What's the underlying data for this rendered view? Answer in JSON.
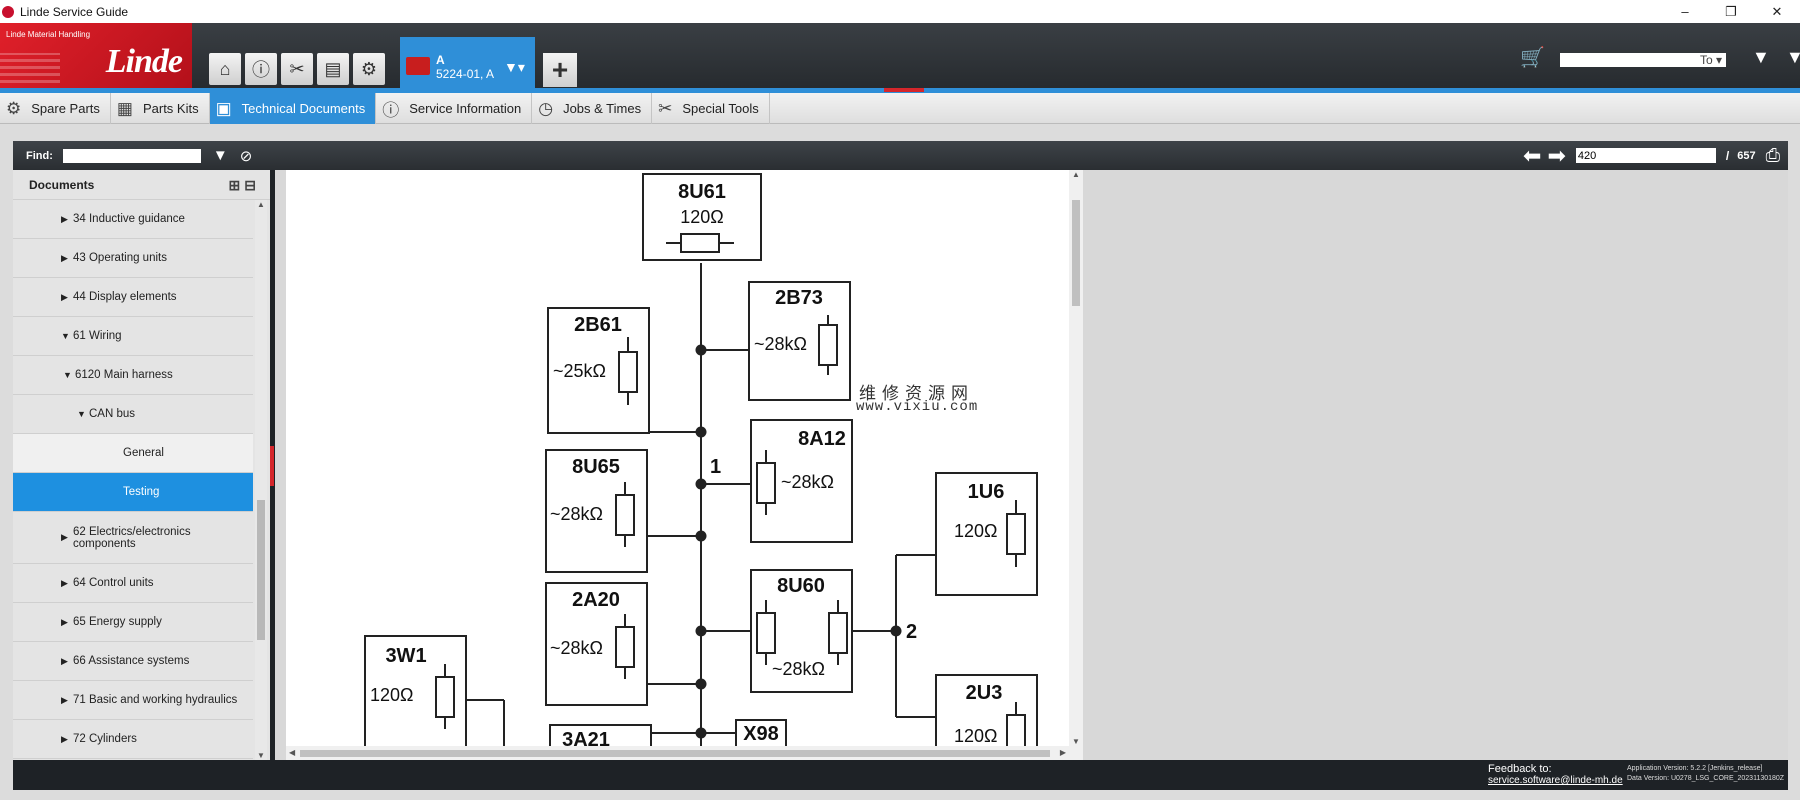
{
  "window": {
    "title": "Linde Service Guide",
    "minimize": "–",
    "restore": "❐",
    "close": "✕"
  },
  "header": {
    "company_small": "Linde Material Handling",
    "brand": "Linde",
    "model_line1": "A",
    "model_line2": "5224-01, A",
    "search_placeholder": "",
    "search_scope": "To ▾"
  },
  "nav": {
    "tabs": [
      {
        "label": "Spare Parts",
        "icon": "spare-parts-icon"
      },
      {
        "label": "Parts Kits",
        "icon": "parts-kits-icon"
      },
      {
        "label": "Technical Documents",
        "icon": "document-icon",
        "active": true
      },
      {
        "label": "Service Information",
        "icon": "info-icon"
      },
      {
        "label": "Jobs & Times",
        "icon": "clock-icon"
      },
      {
        "label": "Special Tools",
        "icon": "tools-icon"
      }
    ]
  },
  "findbar": {
    "label": "Find:",
    "value": "",
    "page_value": "420",
    "slash": "/",
    "total_pages": "657"
  },
  "sidebar": {
    "title": "Documents",
    "items": [
      {
        "label": "34 Inductive guidance",
        "state": "collapsed",
        "indent": 0
      },
      {
        "label": "43 Operating units",
        "state": "collapsed",
        "indent": 0
      },
      {
        "label": "44 Display elements",
        "state": "collapsed",
        "indent": 0
      },
      {
        "label": "61 Wiring",
        "state": "expanded",
        "indent": 0
      },
      {
        "label": "6120 Main harness",
        "state": "expanded",
        "indent": 1
      },
      {
        "label": "CAN bus",
        "state": "expanded",
        "indent": 2
      },
      {
        "label": "General",
        "state": "leaf",
        "indent": 3
      },
      {
        "label": "Testing",
        "state": "selected",
        "indent": 3
      },
      {
        "label": "62 Electrics/electronics components",
        "state": "collapsed",
        "indent": 0
      },
      {
        "label": "64 Control units",
        "state": "collapsed",
        "indent": 0
      },
      {
        "label": "65 Energy supply",
        "state": "collapsed",
        "indent": 0
      },
      {
        "label": "66 Assistance systems",
        "state": "collapsed",
        "indent": 0
      },
      {
        "label": "71 Basic and working hydraulics",
        "state": "collapsed",
        "indent": 0
      },
      {
        "label": "72 Cylinders",
        "state": "collapsed",
        "indent": 0
      }
    ]
  },
  "diagram": {
    "title": "CAN bus wiring diagram",
    "boxes": {
      "b8U61": {
        "name": "8U61",
        "value": "120Ω"
      },
      "b2B73": {
        "name": "2B73",
        "value": "~28kΩ"
      },
      "b2B61": {
        "name": "2B61",
        "value": "~25kΩ"
      },
      "b8A12": {
        "name": "8A12",
        "value": "~28kΩ"
      },
      "b8U65": {
        "name": "8U65",
        "value": "~28kΩ"
      },
      "b1U6": {
        "name": "1U6",
        "value": "120Ω"
      },
      "b2A20": {
        "name": "2A20",
        "value": "~28kΩ"
      },
      "b8U60": {
        "name": "8U60",
        "value": "~28kΩ"
      },
      "b3W1": {
        "name": "3W1",
        "value": "120Ω"
      },
      "b2U3": {
        "name": "2U3",
        "value": "120Ω"
      },
      "b3A21": {
        "name": "3A21",
        "value": ""
      },
      "bX98": {
        "name": "X98",
        "value": ""
      }
    },
    "node1": "1",
    "node2": "2"
  },
  "watermark": {
    "line1": "维修资源网",
    "line2": "www.vixiu.com"
  },
  "status": {
    "feedback_label": "Feedback to:",
    "feedback_email": "service.software@linde-mh.de",
    "app_version": "Application Version: 5.2.2 [Jenkins_release]",
    "data_version": "Data Version: U0278_LSG_CORE_20231130180Z"
  }
}
